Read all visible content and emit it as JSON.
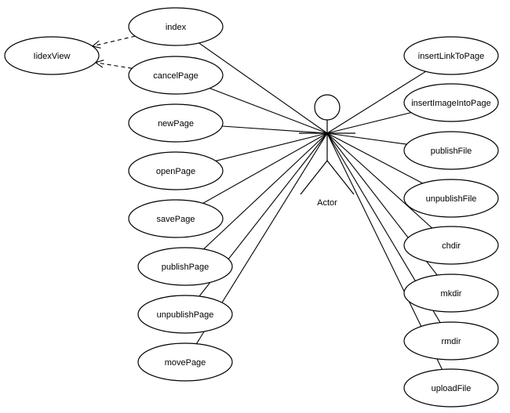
{
  "actor": {
    "label": "Actor"
  },
  "use_cases": {
    "index": "index",
    "cancelPage": "cancelPage",
    "newPage": "newPage",
    "openPage": "openPage",
    "savePage": "savePage",
    "publishPage": "publishPage",
    "unpublishPage": "unpublishPage",
    "movePage": "movePage",
    "insertLinkToPage": "insertLinkToPage",
    "insertImageIntoPage": "insertImageIntoPage",
    "publishFile": "publishFile",
    "unpublishFile": "unpublishFile",
    "chdir": "chdir",
    "mkdir": "mkdir",
    "rmdir": "rmdir",
    "uploadFile": "uploadFile",
    "iidexView": "IidexView"
  },
  "relationships": {
    "associations": [
      "index",
      "cancelPage",
      "newPage",
      "openPage",
      "savePage",
      "publishPage",
      "unpublishPage",
      "movePage",
      "insertLinkToPage",
      "insertImageIntoPage",
      "publishFile",
      "unpublishFile",
      "chdir",
      "mkdir",
      "rmdir",
      "uploadFile"
    ],
    "dependencies": [
      {
        "from": "index",
        "to": "iidexView"
      },
      {
        "from": "cancelPage",
        "to": "iidexView"
      }
    ]
  },
  "colors": {
    "stroke": "#000000",
    "background": "#ffffff"
  }
}
